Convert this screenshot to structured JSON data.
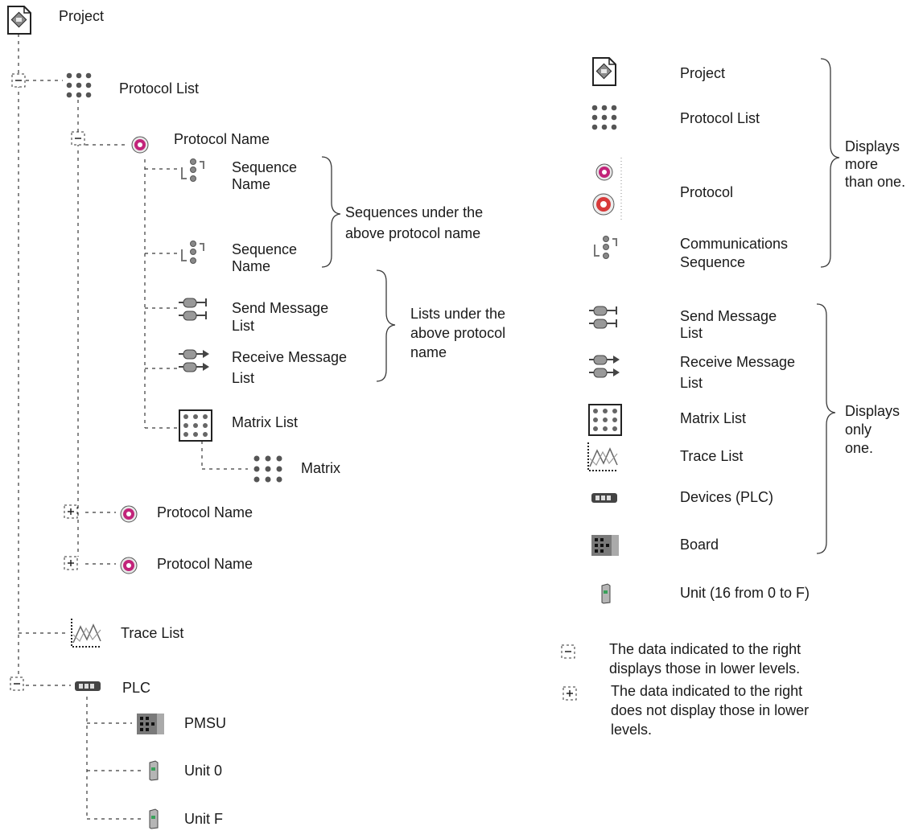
{
  "tree": {
    "project": {
      "label": "Project",
      "icon": "project-icon"
    },
    "protocol_list": {
      "label": "Protocol List",
      "icon": "protocol-list-icon"
    },
    "protocol_name_open": {
      "label": "Protocol Name",
      "icon": "protocol-icon"
    },
    "sequence_1": {
      "label_line1": "Sequence",
      "label_line2": "Name",
      "icon": "sequence-icon"
    },
    "sequence_2": {
      "label_line1": "Sequence",
      "label_line2": "Name",
      "icon": "sequence-icon"
    },
    "send_list": {
      "label_line1": "Send Message",
      "label_line2": "List",
      "icon": "send-message-list-icon"
    },
    "recv_list": {
      "label_line1": "Receive Message",
      "label_line2": "List",
      "icon": "receive-message-list-icon"
    },
    "matrix_list": {
      "label": "Matrix List",
      "icon": "matrix-list-icon"
    },
    "matrix": {
      "label": "Matrix",
      "icon": "matrix-icon"
    },
    "protocol_name_closed_1": {
      "label": "Protocol Name",
      "icon": "protocol-icon"
    },
    "protocol_name_closed_2": {
      "label": "Protocol Name",
      "icon": "protocol-icon"
    },
    "trace_list": {
      "label": "Trace List",
      "icon": "trace-list-icon"
    },
    "plc": {
      "label": "PLC",
      "icon": "plc-device-icon"
    },
    "pmsu": {
      "label": "PMSU",
      "icon": "board-icon"
    },
    "unit_0": {
      "label": "Unit 0",
      "icon": "unit-icon"
    },
    "unit_f": {
      "label": "Unit F",
      "icon": "unit-icon"
    }
  },
  "annotations": {
    "sequences": {
      "line1": "Sequences under the",
      "line2": "above protocol name"
    },
    "lists": {
      "line1": "Lists under the",
      "line2": "above protocol",
      "line3": "name"
    }
  },
  "legend": {
    "items": [
      {
        "label_line1": "Project",
        "label_line2": "",
        "icon": "project-icon"
      },
      {
        "label_line1": "Protocol List",
        "label_line2": "",
        "icon": "protocol-list-icon"
      },
      {
        "label_line1": "Protocol",
        "label_line2": "",
        "icon": "protocol-icon"
      },
      {
        "label_line1": "Communications",
        "label_line2": "Sequence",
        "icon": "sequence-icon"
      },
      {
        "label_line1": "Send Message",
        "label_line2": "List",
        "icon": "send-message-list-icon"
      },
      {
        "label_line1": "Receive Message",
        "label_line2": "List",
        "icon": "receive-message-list-icon"
      },
      {
        "label_line1": "Matrix List",
        "label_line2": "",
        "icon": "matrix-list-icon"
      },
      {
        "label_line1": "Trace List",
        "label_line2": "",
        "icon": "trace-list-icon"
      },
      {
        "label_line1": "Devices (PLC)",
        "label_line2": "",
        "icon": "plc-device-icon"
      },
      {
        "label_line1": "Board",
        "label_line2": "",
        "icon": "board-icon"
      },
      {
        "label_line1": "Unit (16 from 0 to F)",
        "label_line2": "",
        "icon": "unit-icon"
      }
    ],
    "group_more": {
      "line1": "Displays",
      "line2": "more",
      "line3": "than one."
    },
    "group_only": {
      "line1": "Displays",
      "line2": "only",
      "line3": "one."
    },
    "expanded_note": {
      "line1": "The data indicated to the right",
      "line2": "displays those in lower levels.",
      "symbol": "−"
    },
    "collapsed_note": {
      "line1": "The data indicated to the right",
      "line2": "does not display those in lower",
      "line3": "levels.",
      "symbol": "+"
    }
  },
  "colors": {
    "line": "#3a3a3a",
    "protocol_magenta": "#c2247a",
    "protocol_red": "#d83a3a",
    "icon_grey": "#5d5d5d",
    "unit_green": "#3aa05a"
  }
}
